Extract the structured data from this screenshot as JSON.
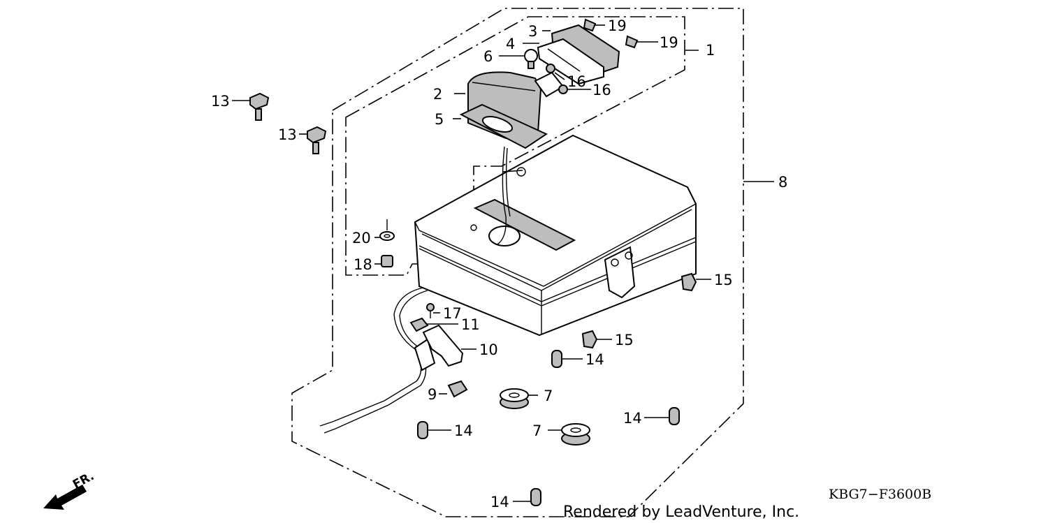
{
  "callouts": {
    "c1": "1",
    "c2": "2",
    "c3": "3",
    "c4": "4",
    "c5": "5",
    "c6": "6",
    "c7a": "7",
    "c7b": "7",
    "c8": "8",
    "c9": "9",
    "c10": "10",
    "c11": "11",
    "c13a": "13",
    "c13b": "13",
    "c14a": "14",
    "c14b": "14",
    "c14c": "14",
    "c14d": "14",
    "c15a": "15",
    "c15b": "15",
    "c16a": "16",
    "c16b": "16",
    "c17": "17",
    "c18": "18",
    "c19a": "19",
    "c19b": "19",
    "c20": "20"
  },
  "footer": {
    "rendered_by": "Rendered by LeadVenture, Inc.",
    "diagram_code": "KBG7−F3600B",
    "direction_label": "FR."
  }
}
